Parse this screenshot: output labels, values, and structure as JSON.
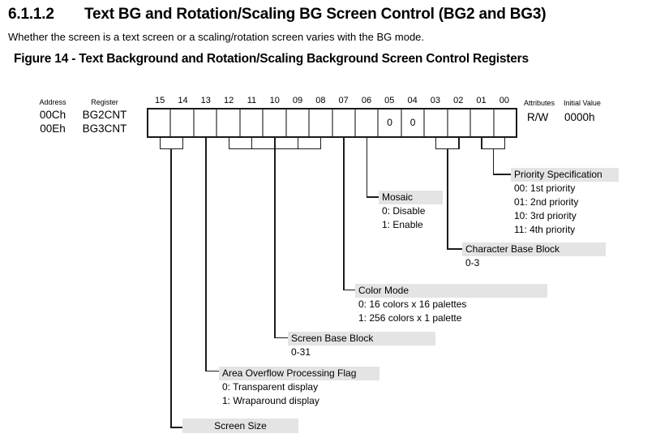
{
  "page": {
    "section_number": "6.1.1.2",
    "section_title": "Text BG and Rotation/Scaling BG Screen Control (BG2 and BG3)",
    "intro": "Whether the screen is a text screen or a scaling/rotation screen varies with the BG mode.",
    "figure_caption": "Figure 14 - Text Background and Rotation/Scaling Background Screen Control Registers"
  },
  "register": {
    "column_headers": {
      "address": "Address",
      "register": "Register",
      "attributes": "Attributes",
      "initial_value": "Initial Value"
    },
    "rows": [
      {
        "address": "00Ch",
        "name": "BG2CNT"
      },
      {
        "address": "00Eh",
        "name": "BG3CNT"
      }
    ],
    "attributes_value": "R/W",
    "initial_value": "0000h",
    "bit_numbers": [
      "15",
      "14",
      "13",
      "12",
      "11",
      "10",
      "09",
      "08",
      "07",
      "06",
      "05",
      "04",
      "03",
      "02",
      "01",
      "00"
    ],
    "bit_values": [
      "",
      "",
      "",
      "",
      "",
      "",
      "",
      "",
      "",
      "",
      "0",
      "0",
      "",
      "",
      "",
      ""
    ]
  },
  "fields": [
    {
      "bits": "01-00",
      "title": "Priority Specification",
      "lines": [
        "00: 1st priority",
        "01: 2nd priority",
        "10: 3rd priority",
        "11: 4th priority"
      ]
    },
    {
      "bits": "06",
      "title": "Mosaic",
      "lines": [
        "0: Disable",
        "1: Enable"
      ]
    },
    {
      "bits": "03-02",
      "title": "Character Base Block",
      "lines": [
        "0-3"
      ]
    },
    {
      "bits": "07",
      "title": "Color Mode",
      "lines": [
        "0: 16 colors x 16 palettes",
        "1: 256 colors x 1 palette"
      ]
    },
    {
      "bits": "12-08",
      "title": "Screen Base Block",
      "lines": [
        "0-31"
      ]
    },
    {
      "bits": "13",
      "title": "Area Overflow Processing Flag",
      "lines": [
        "0: Transparent display",
        "1: Wraparound display"
      ]
    },
    {
      "bits": "15-14",
      "title": "Screen Size",
      "lines": []
    }
  ],
  "colors": {
    "highlight_bg": "#e4e4e4",
    "line": "#1c1c1c",
    "cell_separator": "#808080"
  }
}
